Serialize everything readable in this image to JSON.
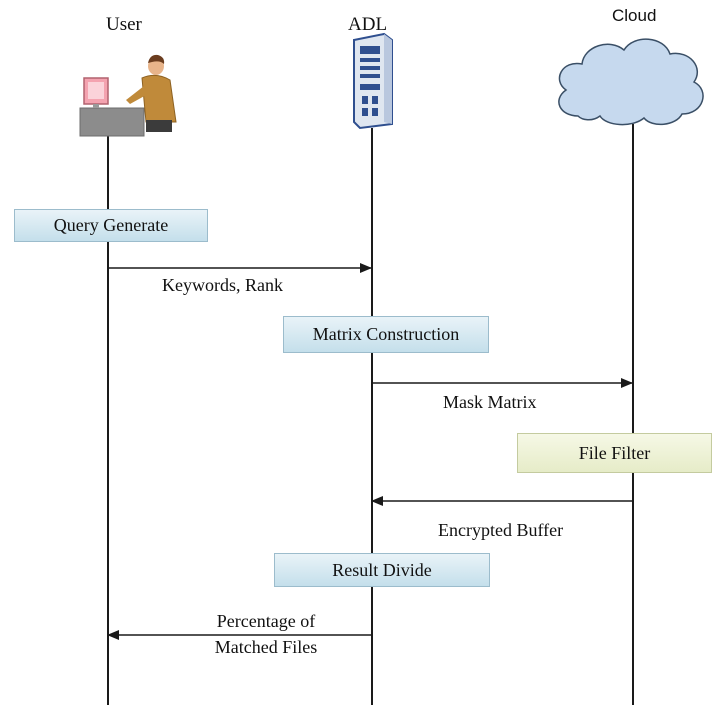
{
  "lanes": {
    "user": "User",
    "adl": "ADL",
    "cloud": "Cloud"
  },
  "steps": {
    "query_generate": "Query Generate",
    "matrix_construction": "Matrix Construction",
    "file_filter": "File Filter",
    "result_divide": "Result Divide"
  },
  "messages": {
    "keywords_rank": "Keywords, Rank",
    "mask_matrix": "Mask Matrix",
    "encrypted_buffer": "Encrypted Buffer",
    "percentage_line1": "Percentage of",
    "percentage_line2": "Matched Files"
  },
  "icons": {
    "user": "user-at-computer-icon",
    "adl": "server-icon",
    "cloud": "cloud-icon"
  },
  "colors": {
    "step_box_blue": "#c4dfeb",
    "step_box_green": "#e6ecc8",
    "server_blue": "#2f4f8f",
    "lifeline": "#1a1a1a"
  }
}
